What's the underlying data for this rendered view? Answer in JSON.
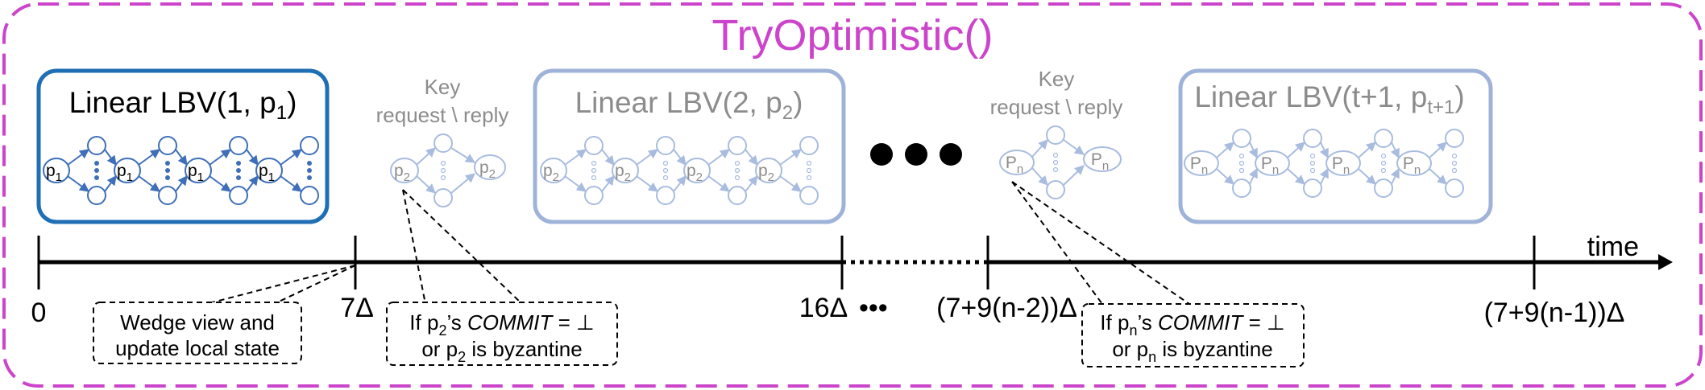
{
  "title": "TryOptimistic()",
  "colors": {
    "frame": "#cc44cc",
    "box_active": "#1f6fb5",
    "box_inactive": "#9fb3d9",
    "node_active": "#3f6fb8",
    "node_inactive": "#a9bcdf",
    "text_inactive": "#8c8c8c"
  },
  "boxes": [
    {
      "label_main": "Linear LBV(1, p",
      "sub": "1",
      "label_end": ")",
      "node_label": "p",
      "node_sub": "1"
    },
    {
      "label_main": "Linear LBV(2, p",
      "sub": "2",
      "label_end": ")",
      "node_label": "p",
      "node_sub": "2"
    },
    {
      "label_main": "Linear LBV(t+1, p",
      "sub": "t+1",
      "label_end": ")",
      "node_label": "P",
      "node_sub": "n"
    }
  ],
  "key_groups": [
    {
      "line1": "Key",
      "line2": "request \\ reply",
      "node_label": "p",
      "node_sub": "2"
    },
    {
      "line1": "Key",
      "line2": "request \\ reply",
      "node_label": "P",
      "node_sub": "n"
    }
  ],
  "ellipsis_dots": "● ● ●",
  "timeline": {
    "time_label": "time",
    "ticks": [
      "0",
      "7Δ",
      "16Δ",
      "(7+9(n-2))Δ",
      "(7+9(n-1))Δ"
    ],
    "dots_after_16": "•••"
  },
  "notes": {
    "wedge_line1": "Wedge view and",
    "wedge_line2": "update local state",
    "p2_line1_a": "If p",
    "p2_line1_sub": "2",
    "p2_line1_b": "’s ",
    "p2_line1_commit": "COMMIT",
    "p2_line1_c": " = ⊥",
    "p2_line2_a": "or p",
    "p2_line2_sub": "2",
    "p2_line2_b": " is byzantine",
    "pn_line1_a": "If p",
    "pn_line1_sub": "n",
    "pn_line1_b": "’s ",
    "pn_line1_commit": "COMMIT",
    "pn_line1_c": " = ⊥",
    "pn_line2_a": "or p",
    "pn_line2_sub": "n",
    "pn_line2_b": " is byzantine"
  }
}
